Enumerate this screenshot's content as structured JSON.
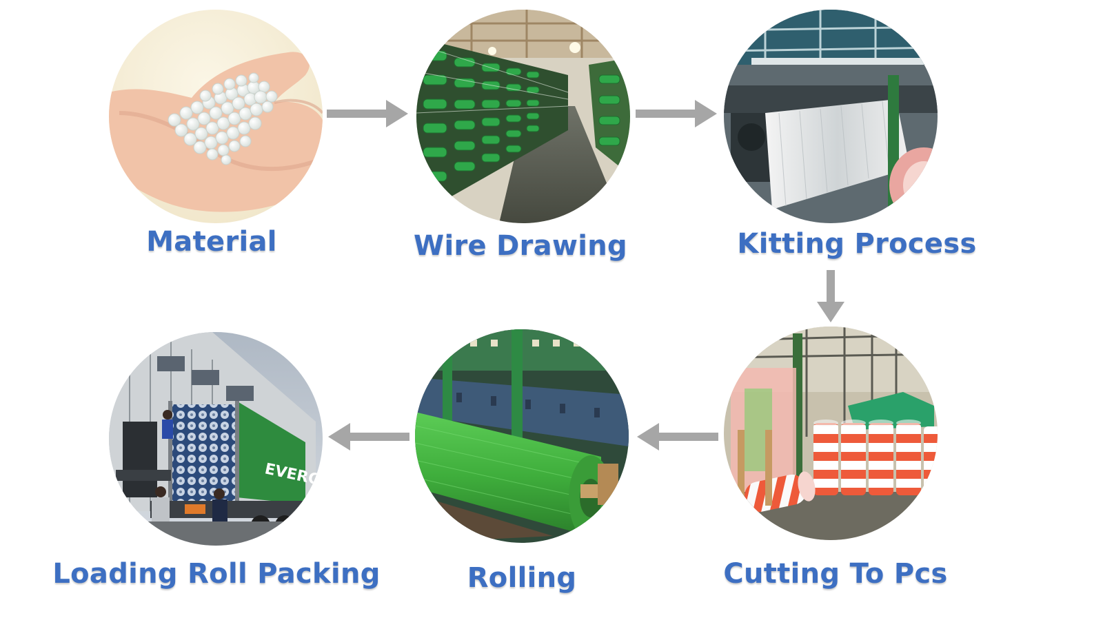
{
  "colors": {
    "label": "#3d6fc2",
    "arrow": "#a6a6a6",
    "background": "#ffffff"
  },
  "steps": [
    {
      "label": "Material",
      "illustration": "plastic-pellets-in-hand"
    },
    {
      "label": "Wire Drawing",
      "illustration": "green-yarn-spool-rows"
    },
    {
      "label": "Kitting Process",
      "illustration": "knitting-machine-with-white-net"
    },
    {
      "label": "Cutting To Pcs",
      "illustration": "orange-white-striped-rolls"
    },
    {
      "label": "Rolling",
      "illustration": "green-net-roll-on-machine"
    },
    {
      "label": "Loading Roll Packing",
      "illustration": "container-truck-loading"
    }
  ],
  "container_brand": "EVERGREEN"
}
